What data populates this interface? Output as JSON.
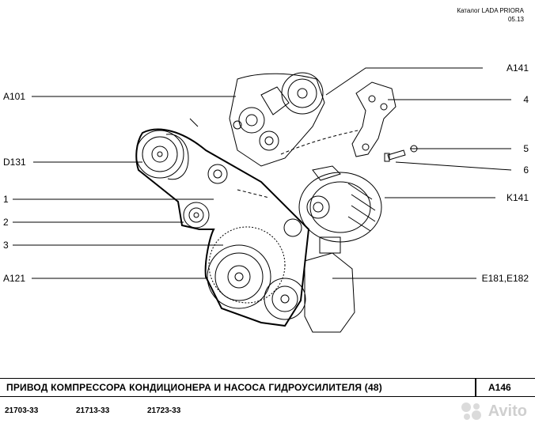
{
  "header": {
    "line1": "Каталог  LADA  PRIORA",
    "line2": "05.13"
  },
  "callouts_left": [
    "A101",
    "D131",
    "1",
    "2",
    "3",
    "A121"
  ],
  "callouts_right": [
    "A141",
    "4",
    "5",
    "6",
    "K141",
    "E181,E182"
  ],
  "title": {
    "text": "ПРИВОД  КОМПРЕССОРА  КОНДИЦИОНЕРА  И  НАСОСА  ГИДРОУСИЛИТЕЛЯ (48)",
    "code": "A146"
  },
  "models": [
    "21703-33",
    "21713-33",
    "21723-33"
  ],
  "watermark": {
    "text": "Avito"
  }
}
